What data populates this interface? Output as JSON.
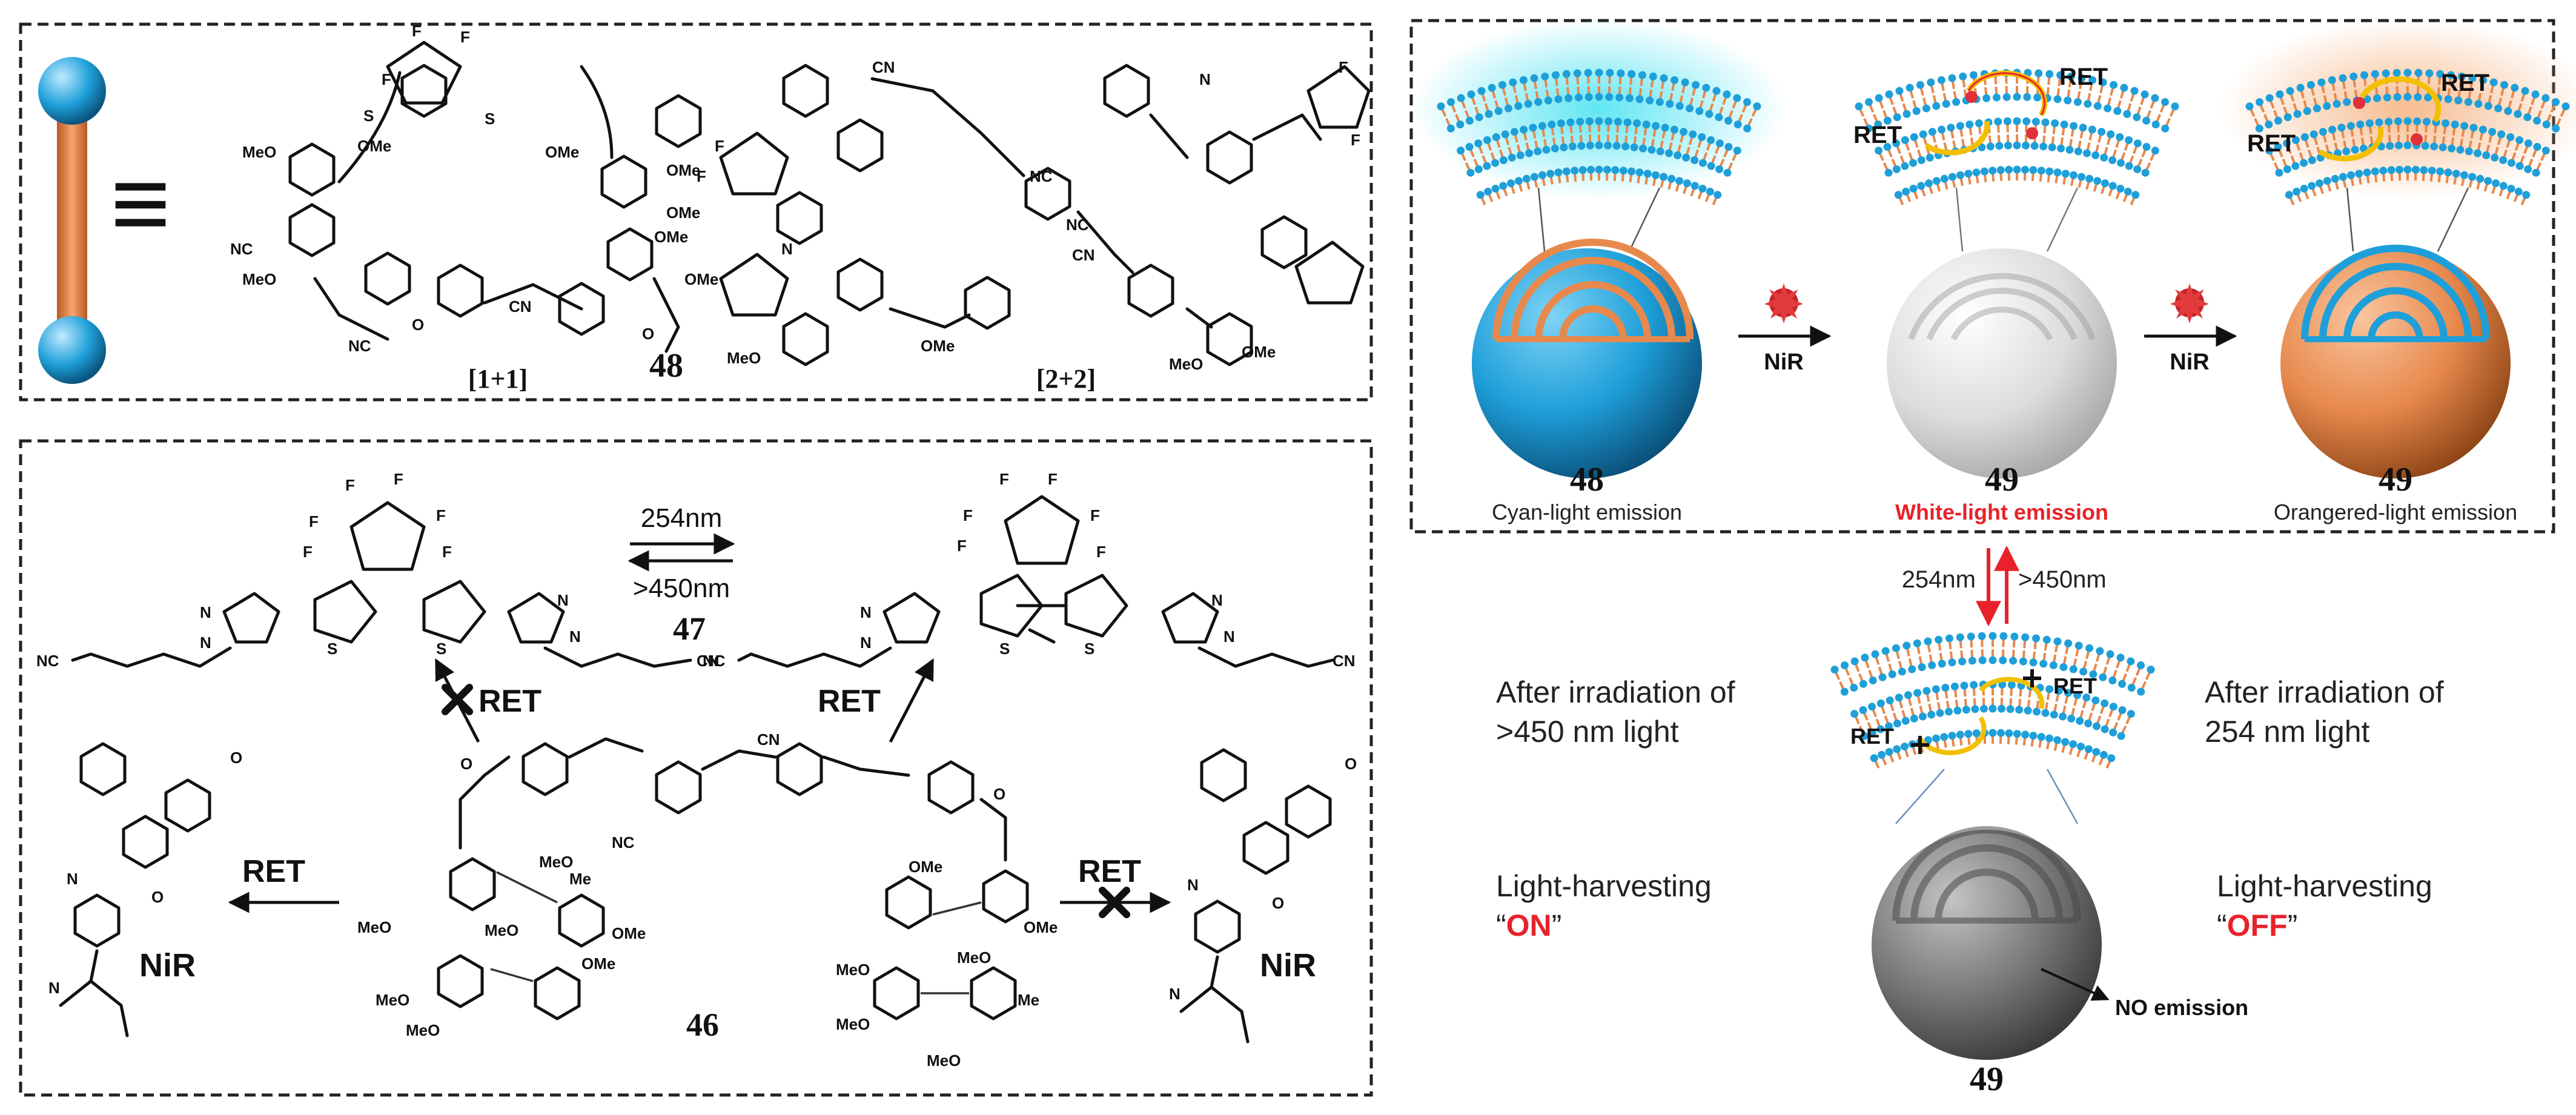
{
  "panel_a": {
    "equiv_symbol": "≡",
    "label_11": "[1+1]",
    "label_22": "[2+2]",
    "compound": "48"
  },
  "panel_b": {
    "top_arrow_label": "254nm",
    "bottom_arrow_label": ">450nm",
    "compound_47": "47",
    "compound_46": "46",
    "ret_blocked_left": "RET",
    "ret_right": "RET",
    "ret_nir_left": "RET",
    "ret_nir_right": "RET",
    "nir_left": "NiR",
    "nir_right": "NiR",
    "cn": "CN",
    "nc": "NC",
    "f": "F",
    "n": "N",
    "s": "S",
    "meo": "MeO",
    "ome": "OMe",
    "me": "Me",
    "o": "O"
  },
  "panel_c": {
    "sphere1_num": "48",
    "sphere1_caption": "Cyan-light emission",
    "sphere2_num": "49",
    "sphere2_caption": "White-light emission",
    "sphere3_num": "49",
    "sphere3_caption": "Orangered-light emission",
    "arrow1_label": "NiR",
    "arrow2_label": "NiR",
    "ret": "RET"
  },
  "panel_d": {
    "switch_up": "254nm",
    "switch_down": ">450nm",
    "left_note_line1": "After irradiation of",
    "left_note_line2": ">450 nm light",
    "right_note_line1": "After irradiation of",
    "right_note_line2": "254 nm light",
    "left_state_line1": "Light-harvesting",
    "left_state_line2": "ON",
    "right_state_line1": "Light-harvesting",
    "right_state_line2": "OFF",
    "no_emission": "NO emission",
    "sphere_num": "49",
    "ret": "RET"
  },
  "colors": {
    "cyan": "#1e9fd9",
    "orange": "#e7894d",
    "red_text": "#e8222a",
    "grey_sphere": "#7a7a7a",
    "white_sphere": "#d9d9d9"
  }
}
